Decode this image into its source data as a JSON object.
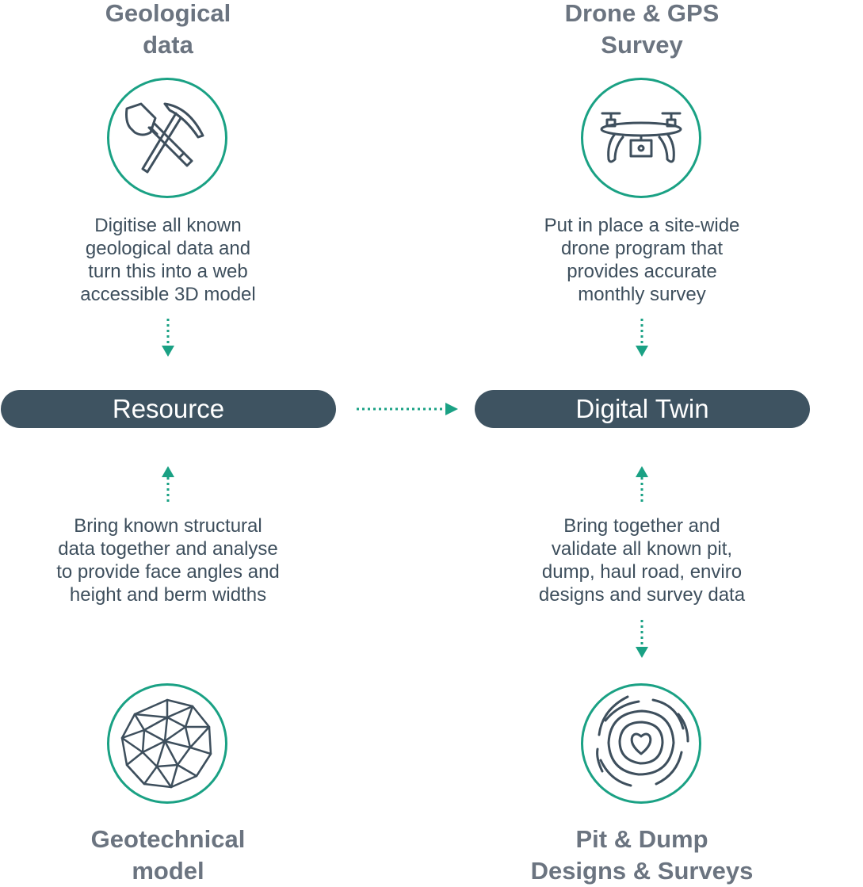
{
  "nodes": {
    "geological": {
      "title": [
        "Geological",
        "data"
      ],
      "icon": "pickaxe-shovel-icon",
      "description": [
        "Digitise all known",
        "geological data and",
        "turn this into a web",
        "accessible 3D model"
      ]
    },
    "drone": {
      "title": [
        "Drone & GPS",
        "Survey"
      ],
      "icon": "drone-icon",
      "description": [
        "Put in place a site-wide",
        "drone program that",
        "provides accurate",
        "monthly survey"
      ]
    },
    "geotechnical": {
      "title": [
        "Geotechnical",
        "model"
      ],
      "icon": "geodesic-sphere-icon",
      "description": [
        "Bring known structural",
        "data together and analyse",
        "to provide face angles and",
        "height and berm widths"
      ]
    },
    "pit": {
      "title": [
        "Pit & Dump",
        "Designs & Surveys"
      ],
      "icon": "topographic-contour-icon",
      "description": [
        "Bring together and",
        "validate all known pit,",
        "dump, haul road, enviro",
        "designs and survey data"
      ]
    }
  },
  "hubs": {
    "resource": "Resource",
    "digital_twin": "Digital Twin"
  },
  "colors": {
    "accent": "#1aa184",
    "pill": "#3e5361",
    "title": "#6b7480",
    "text": "#3e4f5d"
  }
}
